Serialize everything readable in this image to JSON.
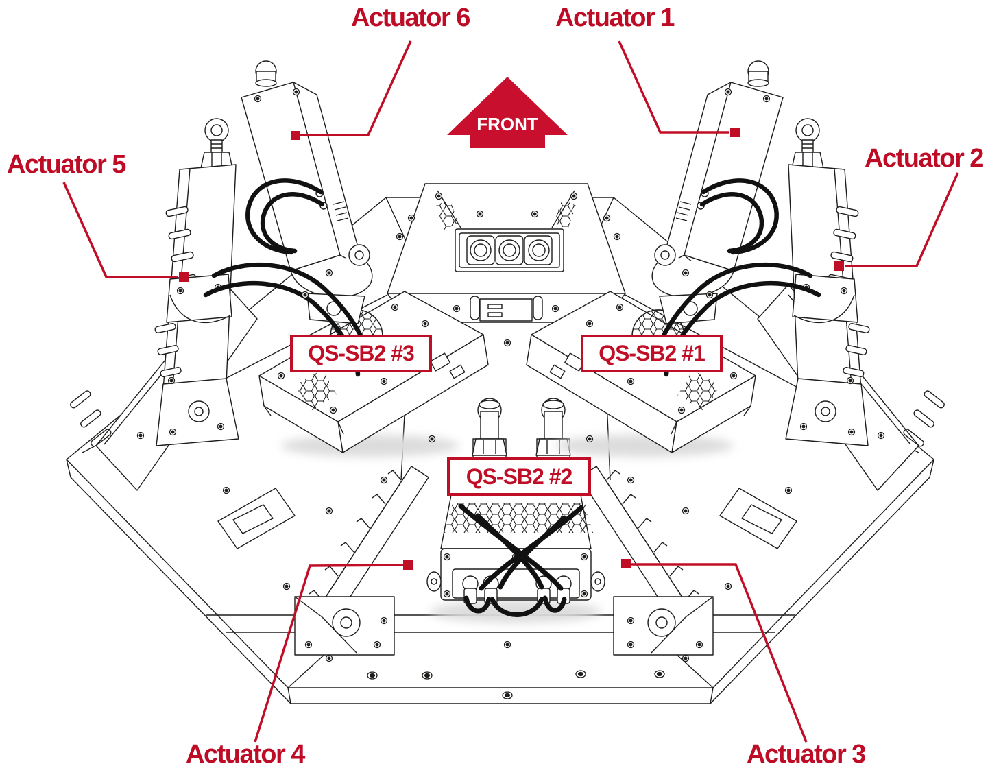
{
  "front_marker": {
    "label": "FRONT"
  },
  "actuators": [
    {
      "label": "Actuator 1"
    },
    {
      "label": "Actuator 2"
    },
    {
      "label": "Actuator 3"
    },
    {
      "label": "Actuator 4"
    },
    {
      "label": "Actuator 5"
    },
    {
      "label": "Actuator 6"
    }
  ],
  "control_boxes": [
    {
      "label": "QS-SB2 #1"
    },
    {
      "label": "QS-SB2 #2"
    },
    {
      "label": "QS-SB2 #3"
    }
  ],
  "colors": {
    "label_red": "#BE0B26",
    "leader_red": "#C00E27",
    "arrow_red": "#C8102E",
    "line_black": "#1D1D1B",
    "background": "#FFFFFF"
  }
}
